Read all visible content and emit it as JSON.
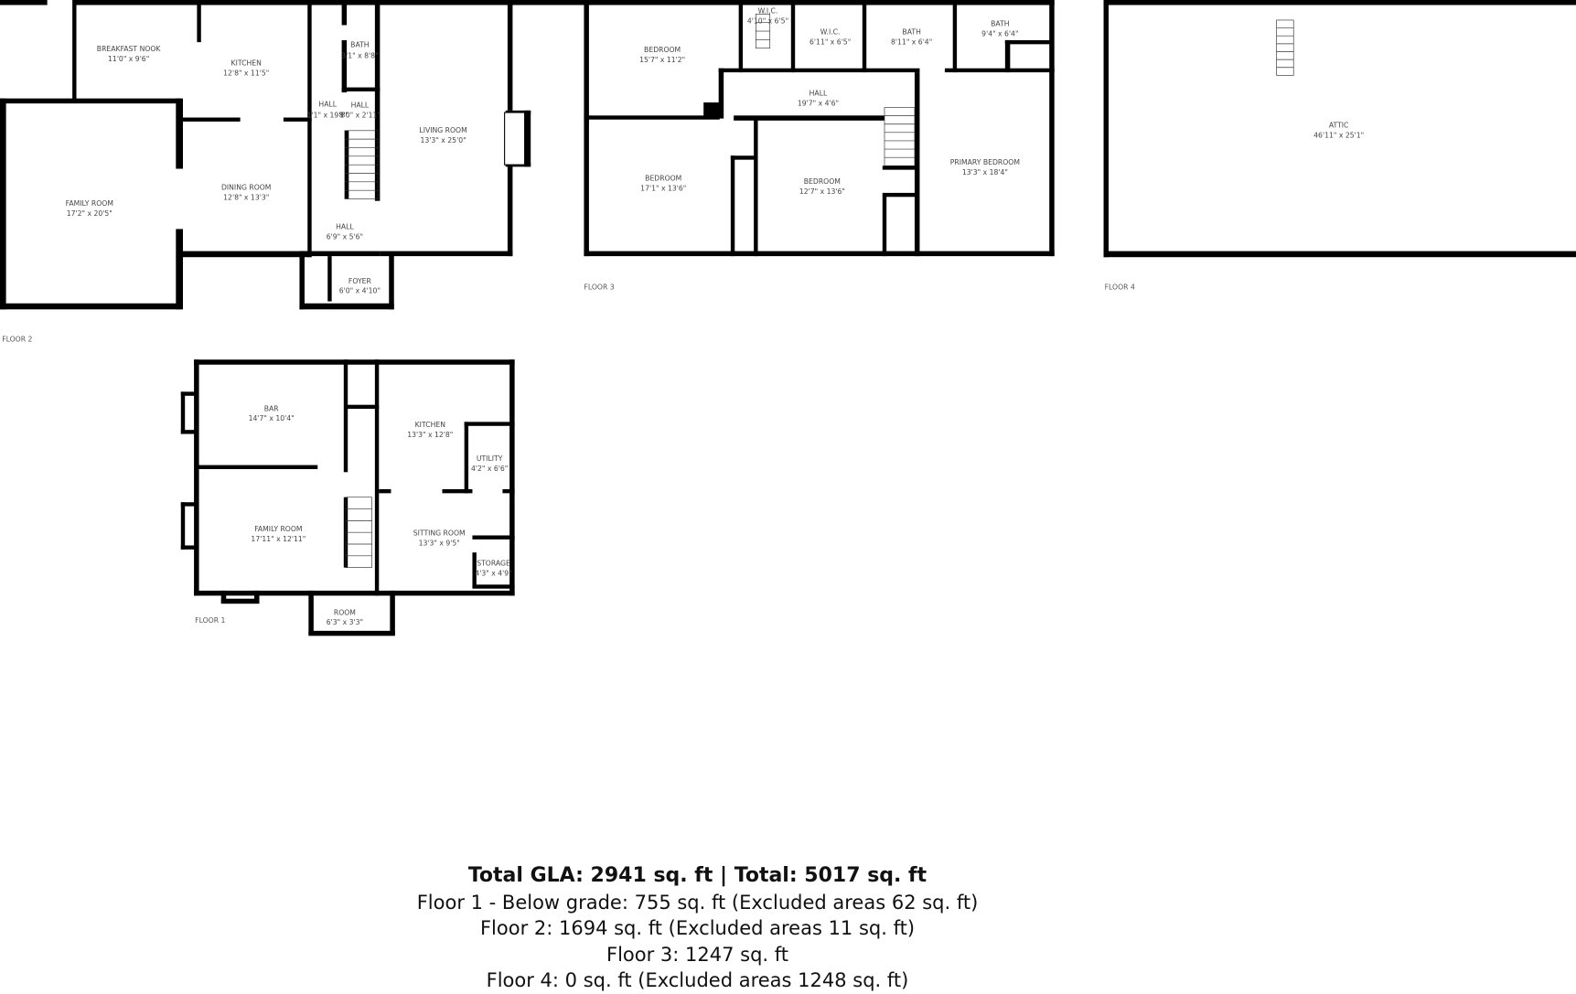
{
  "floors": {
    "floor1": {
      "label": "FLOOR 1",
      "rooms": [
        {
          "name": "BAR",
          "dims": "14'7\" x 10'4\""
        },
        {
          "name": "KITCHEN",
          "dims": "13'3\" x 12'8\""
        },
        {
          "name": "UTILITY",
          "dims": "4'2\" x 6'6\""
        },
        {
          "name": "FAMILY ROOM",
          "dims": "17'11\" x 12'11\""
        },
        {
          "name": "SITTING ROOM",
          "dims": "13'3\" x 9'5\""
        },
        {
          "name": "STORAGE",
          "dims": "4'3\" x 4'9\""
        },
        {
          "name": "ROOM",
          "dims": "6'3\" x 3'3\""
        }
      ]
    },
    "floor2": {
      "label": "FLOOR 2",
      "rooms": [
        {
          "name": "BREAKFAST NOOK",
          "dims": "11'0\" x 9'6\""
        },
        {
          "name": "KITCHEN",
          "dims": "12'8\" x 11'5\""
        },
        {
          "name": "BATH",
          "dims": "3'1\" x 8'8\""
        },
        {
          "name": "HALL",
          "dims": "1'1\" x 19'8\""
        },
        {
          "name": "HALL",
          "dims": "8'0\" x 2'11\""
        },
        {
          "name": "LIVING ROOM",
          "dims": "13'3\" x 25'0\""
        },
        {
          "name": "FAMILY ROOM",
          "dims": "17'2\" x 20'5\""
        },
        {
          "name": "DINING ROOM",
          "dims": "12'8\" x 13'3\""
        },
        {
          "name": "HALL",
          "dims": "6'9\" x 5'6\""
        },
        {
          "name": "FOYER",
          "dims": "6'0\" x 4'10\""
        }
      ]
    },
    "floor3": {
      "label": "FLOOR 3",
      "rooms": [
        {
          "name": "BEDROOM",
          "dims": "15'7\" x 11'2\""
        },
        {
          "name": "W.I.C.",
          "dims": "4'10\" x 6'5\""
        },
        {
          "name": "W.I.C.",
          "dims": "6'11\" x 6'5\""
        },
        {
          "name": "BATH",
          "dims": "8'11\" x 6'4\""
        },
        {
          "name": "BATH",
          "dims": "9'4\" x 6'4\""
        },
        {
          "name": "HALL",
          "dims": "19'7\" x 4'6\""
        },
        {
          "name": "BEDROOM",
          "dims": "17'1\" x 13'6\""
        },
        {
          "name": "BEDROOM",
          "dims": "12'7\" x 13'6\""
        },
        {
          "name": "PRIMARY BEDROOM",
          "dims": "13'3\" x 18'4\""
        }
      ]
    },
    "floor4": {
      "label": "FLOOR 4",
      "rooms": [
        {
          "name": "ATTIC",
          "dims": "46'11\" x 25'1\""
        }
      ]
    }
  },
  "summary": {
    "total": "Total GLA: 2941 sq. ft | Total: 5017 sq. ft",
    "lines": [
      "Floor 1 - Below grade: 755 sq. ft (Excluded areas 62 sq. ft)",
      "Floor 2: 1694 sq. ft (Excluded areas 11 sq. ft)",
      "Floor 3: 1247 sq. ft",
      "Floor 4: 0 sq. ft (Excluded areas 1248 sq. ft)"
    ]
  }
}
